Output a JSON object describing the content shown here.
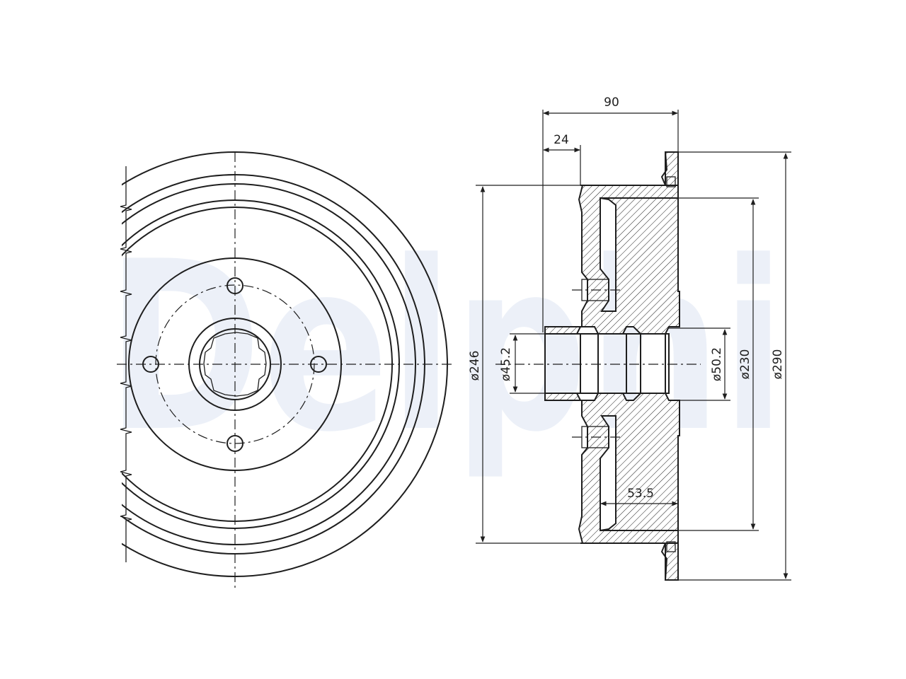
{
  "watermark": "Delphi",
  "dimensions": {
    "overall_width": "90",
    "flange_width": "24",
    "bore_depth": "53.5",
    "bore_small": "ø45.2",
    "bore_large": "ø50.2",
    "diam_inner_246": "ø246",
    "diam_230": "ø230",
    "diam_290": "ø290"
  }
}
